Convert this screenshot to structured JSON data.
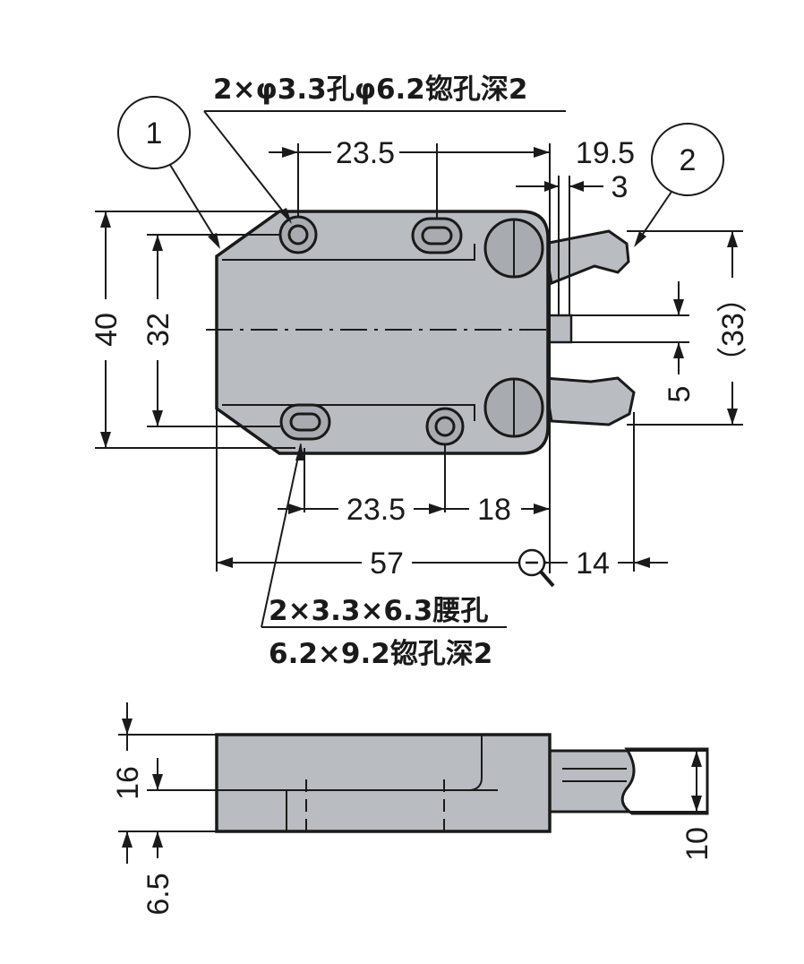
{
  "balloons": {
    "part_1": "1",
    "part_2": "2"
  },
  "notes": {
    "top_holes": "2×φ3.3孔φ6.2锪孔深2",
    "slot_line1": "2×3.3×6.3腰孔",
    "slot_line2": "6.2×9.2锪孔深2"
  },
  "dims": {
    "top_pitch": "23.5",
    "jaw_offset": "19.5",
    "jaw_gap": "3",
    "height_outer": "40",
    "height_inner": "32",
    "jaw_span": "（33）",
    "pin_width": "5",
    "bottom_pitch": "23.5",
    "bottom_edge": "18",
    "length": "57",
    "jaw_length": "14",
    "side_height": "16",
    "side_step": "6.5",
    "side_jaw": "10"
  }
}
